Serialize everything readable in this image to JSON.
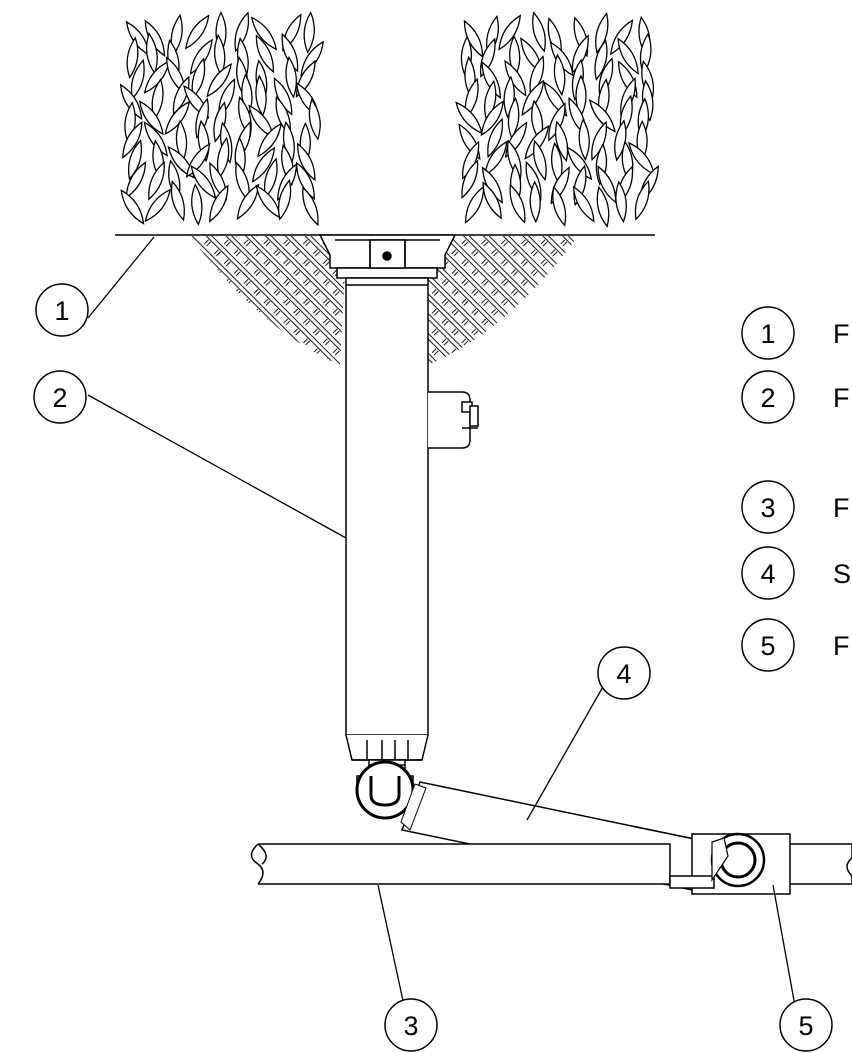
{
  "diagram": {
    "callouts": [
      {
        "id": "1",
        "number": "1"
      },
      {
        "id": "2",
        "number": "2"
      },
      {
        "id": "3",
        "number": "3"
      },
      {
        "id": "4",
        "number": "4"
      },
      {
        "id": "5",
        "number": "5"
      }
    ],
    "legend": [
      {
        "number": "1",
        "text": "F"
      },
      {
        "number": "2",
        "text": "F"
      },
      {
        "number": "3",
        "text": "F"
      },
      {
        "number": "4",
        "text": "S"
      },
      {
        "number": "5",
        "text": "F"
      }
    ],
    "colors": {
      "line": "#000000",
      "background": "#ffffff"
    }
  }
}
